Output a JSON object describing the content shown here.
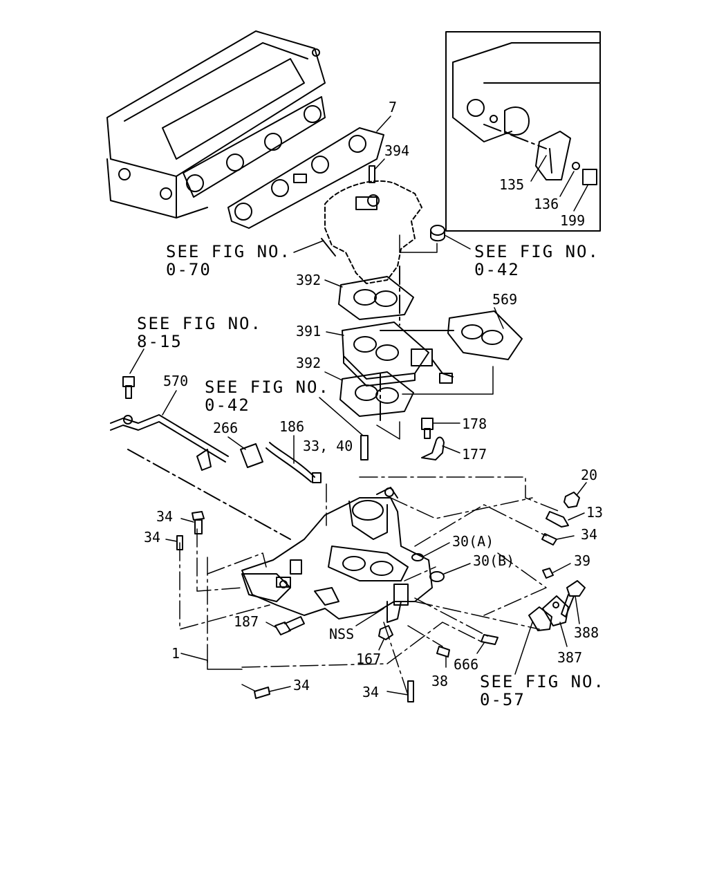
{
  "part_labels": {
    "p7": "7",
    "p394": "394",
    "p392a": "392",
    "p391": "391",
    "p392b": "392",
    "p569": "569",
    "p570": "570",
    "p266": "266",
    "p186": "186",
    "p33_40": "33, 40",
    "p178": "178",
    "p177": "177",
    "p20": "20",
    "p13": "13",
    "p34_right": "34",
    "p34_left_a": "34",
    "p34_left_b": "34",
    "p30a": "30(A)",
    "p30b": "30(B)",
    "p39": "39",
    "p187": "187",
    "pNSS": "NSS",
    "p167": "167",
    "p1": "1",
    "p38": "38",
    "p666": "666",
    "p388": "388",
    "p387": "387",
    "p34_bottom_a": "34",
    "p34_bottom_b": "34",
    "p135": "135",
    "p136": "136",
    "p199": "199"
  },
  "references": [
    {
      "line1": "SEE FIG NO.",
      "line2": "0-70"
    },
    {
      "line1": "SEE FIG NO.",
      "line2": "0-42"
    },
    {
      "line1": "SEE FIG NO.",
      "line2": "8-15"
    },
    {
      "line1": "SEE FIG NO.",
      "line2": "0-42"
    },
    {
      "line1": "SEE FIG NO.",
      "line2": "0-57"
    }
  ]
}
